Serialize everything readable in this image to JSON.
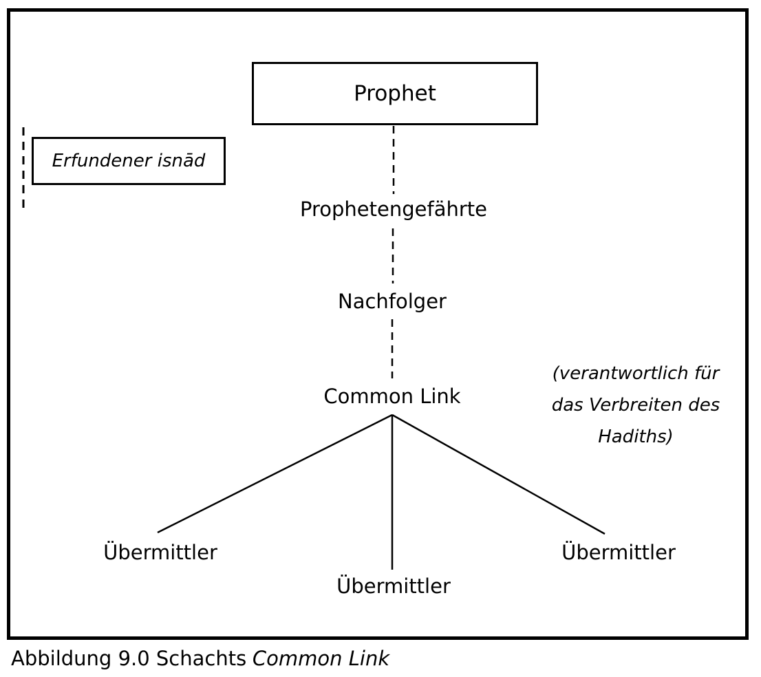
{
  "nodes": {
    "prophet": "Prophet",
    "erfundener_isnad": "Erfundener isnād",
    "prophetengefaehrte": "Prophetengefährte",
    "nachfolger": "Nachfolger",
    "common_link": "Common Link",
    "uebermittler_left": "Übermittler",
    "uebermittler_center": "Übermittler",
    "uebermittler_right": "Übermittler"
  },
  "annotation": {
    "lines": [
      "(verantwortlich für",
      "das Verbreiten des",
      "Hadiths)"
    ]
  },
  "caption": {
    "text": "Abbildung 9.0 Schachts",
    "italic_suffix": "Common Link"
  },
  "colors": {
    "line": "#000000",
    "background": "#ffffff",
    "text": "#000000"
  }
}
